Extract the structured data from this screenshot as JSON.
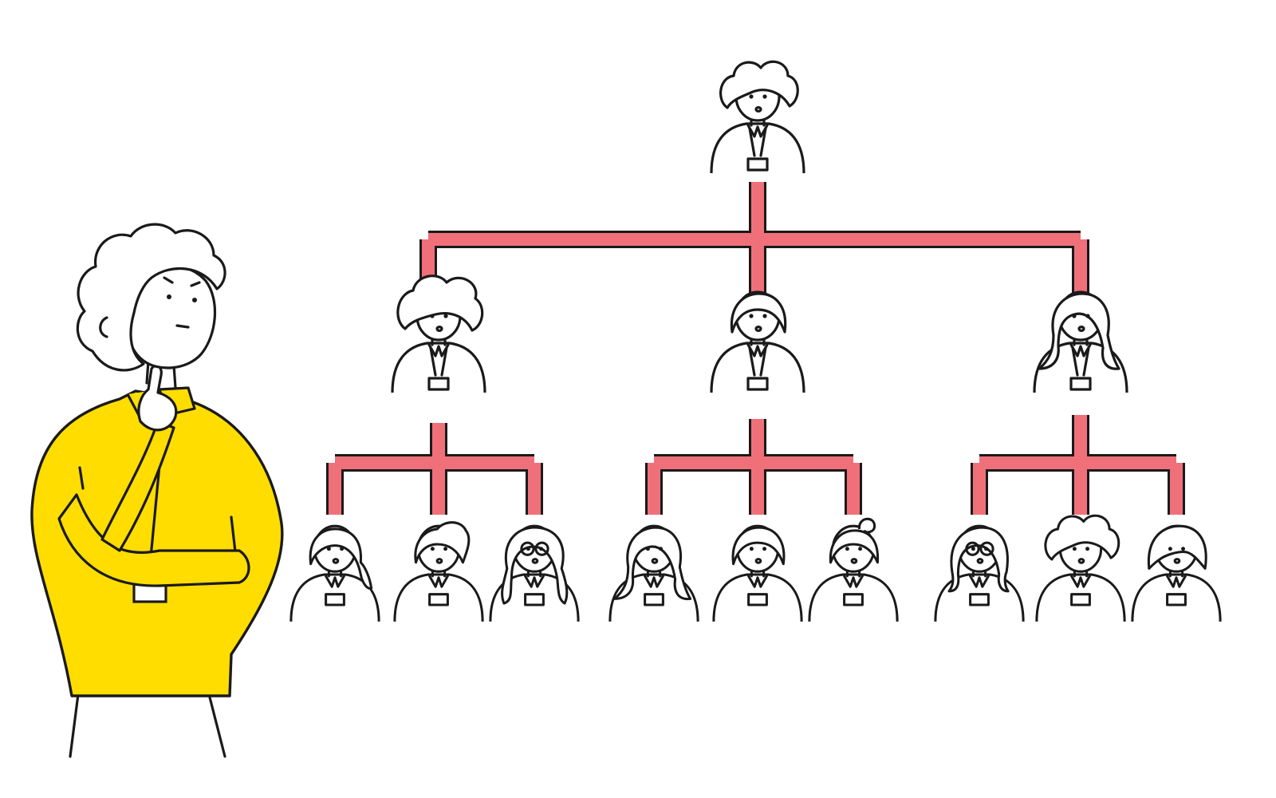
{
  "colors": {
    "connector": "#f0707a",
    "connector_outline": "#1a1a1a",
    "sweater": "#ffdd00",
    "ink": "#1a1a1a",
    "background": "#ffffff"
  },
  "org_chart": {
    "levels": [
      1,
      3,
      9
    ],
    "members": [
      {
        "role": "head",
        "hair": "curly"
      },
      {
        "role": "manager",
        "hair": "afro"
      },
      {
        "role": "manager",
        "hair": "short"
      },
      {
        "role": "manager",
        "hair": "long"
      },
      {
        "role": "staff",
        "hair": "ponytail"
      },
      {
        "role": "staff",
        "hair": "quiff"
      },
      {
        "role": "staff",
        "hair": "glasses-wavy"
      },
      {
        "role": "staff",
        "hair": "long"
      },
      {
        "role": "staff",
        "hair": "short"
      },
      {
        "role": "staff",
        "hair": "bun"
      },
      {
        "role": "staff",
        "hair": "glasses-bob"
      },
      {
        "role": "staff",
        "hair": "curly"
      },
      {
        "role": "staff",
        "hair": "bowl"
      }
    ]
  },
  "icons": [
    "thinking-person-icon",
    "org-chart-icon",
    "person-icon",
    "id-badge-icon"
  ]
}
